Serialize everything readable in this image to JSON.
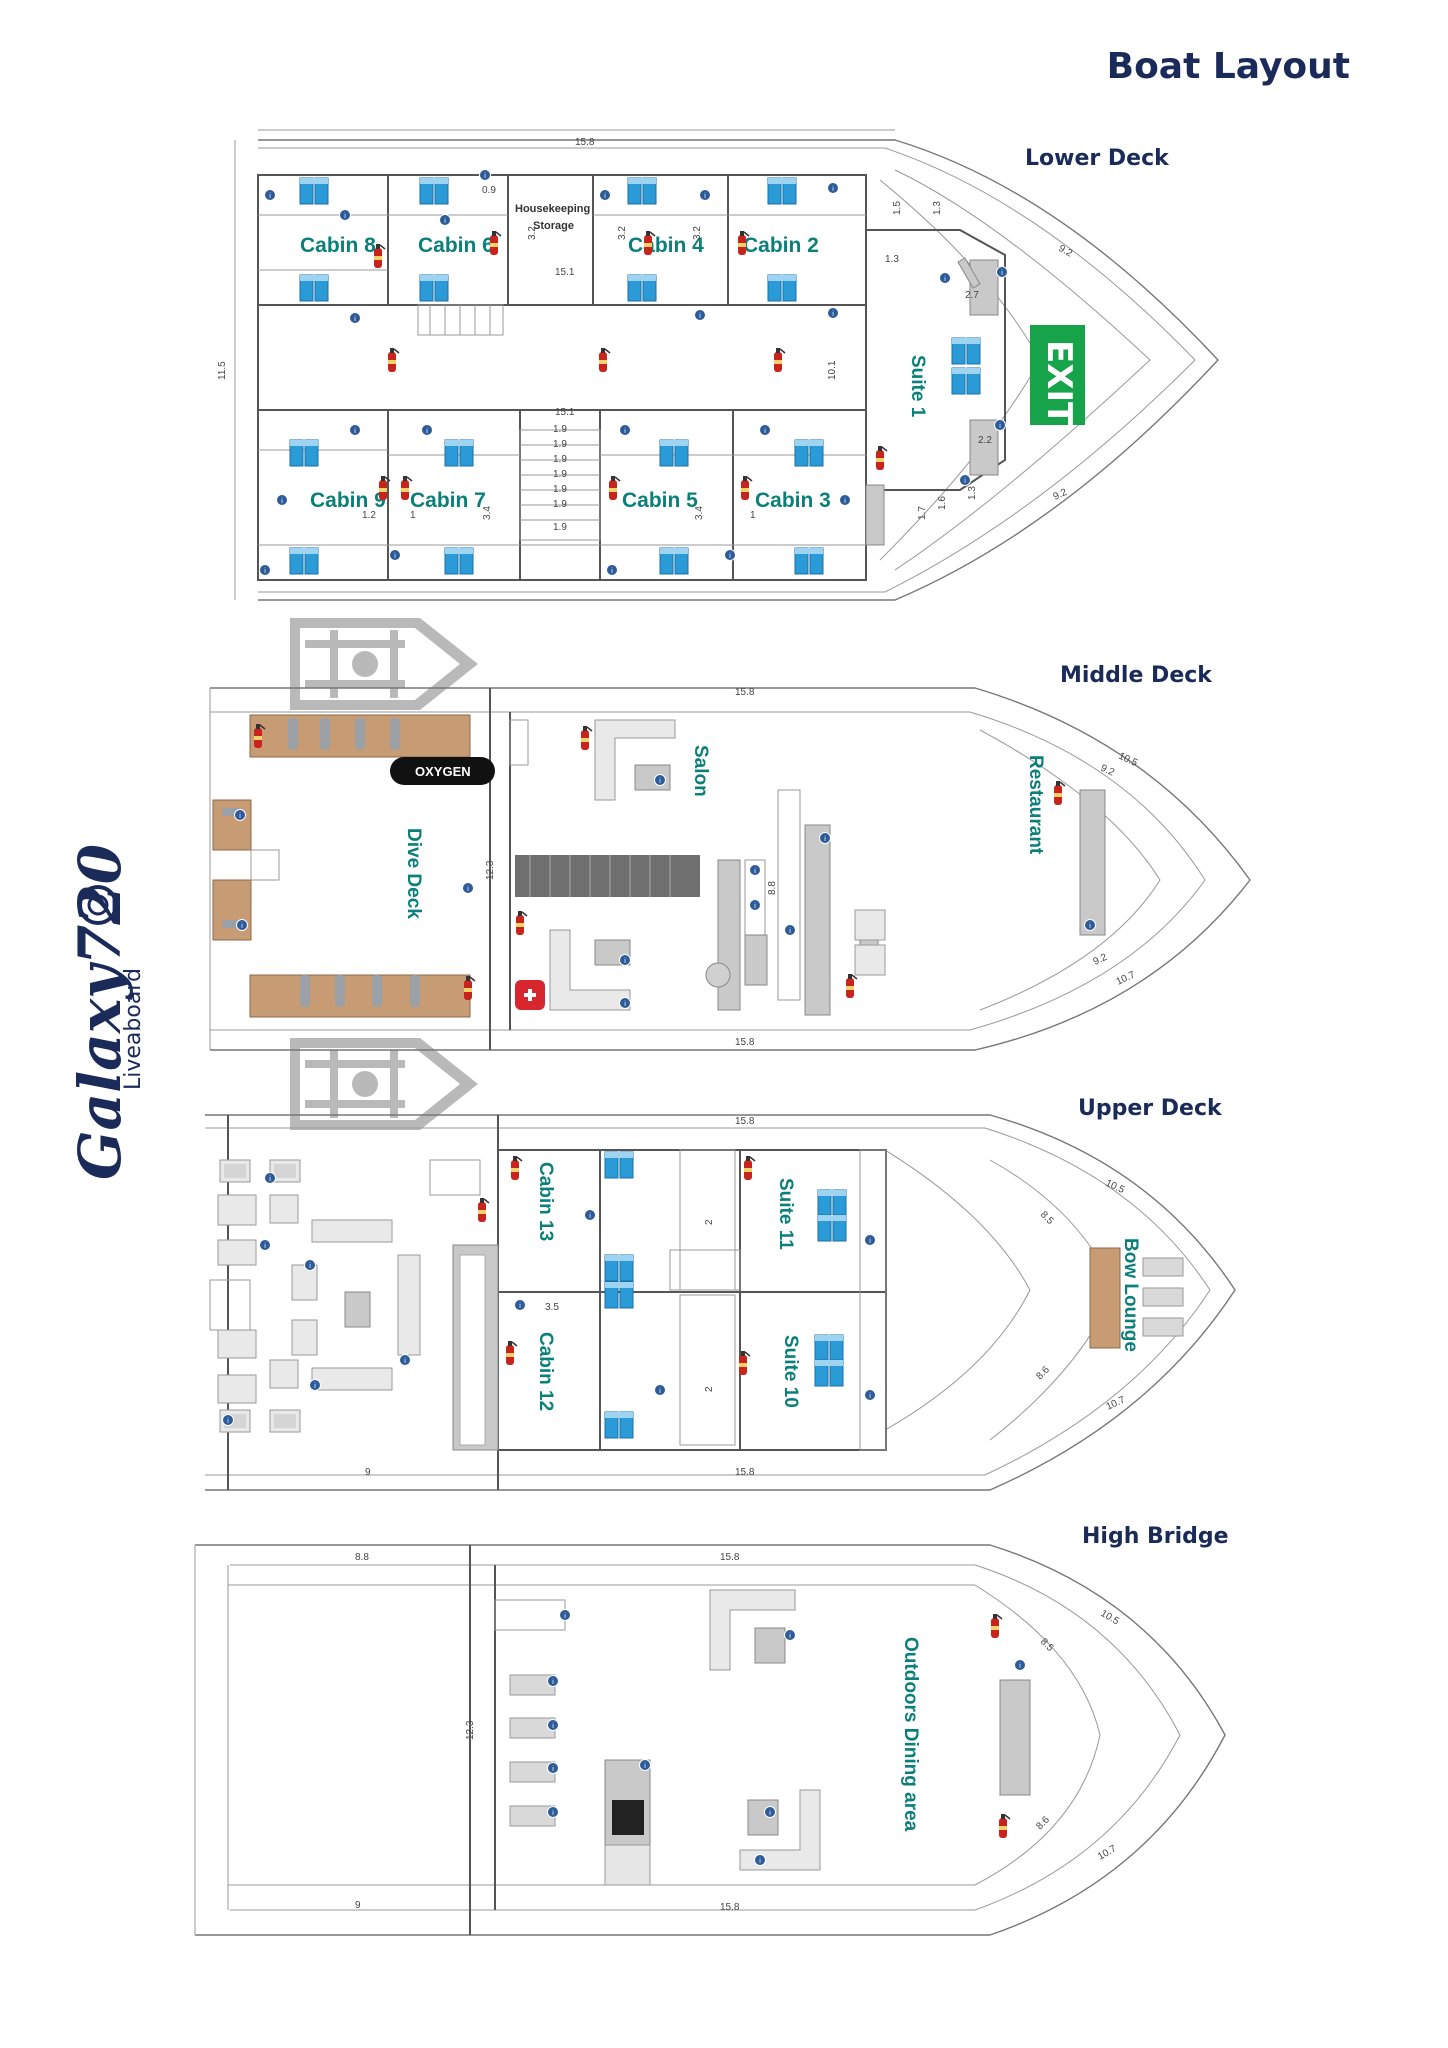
{
  "title": "Boat Layout",
  "logo": {
    "brand": "Galaxy720",
    "sub": "Liveaboard"
  },
  "decks": {
    "lower": {
      "label": "Lower Deck",
      "rooms": [
        "Cabin 8",
        "Cabin 6",
        "Housekeeping",
        "Storage",
        "Cabin 4",
        "Cabin 2",
        "Suite 1",
        "Cabin 9",
        "Cabin 7",
        "Cabin 5",
        "Cabin 3"
      ],
      "exit": "EXIT",
      "dims": [
        "15.8",
        "15.1",
        "15.1",
        "10.1",
        "0.9",
        "3.2",
        "3.2",
        "3.2",
        "1.5",
        "1.3",
        "1.3",
        "2.7",
        "2.2",
        "1.6",
        "1.7",
        "1.3",
        "9.2",
        "9.2",
        "1.9",
        "1.2",
        "3.4",
        "3.4",
        "1",
        "1",
        "11.5"
      ]
    },
    "middle": {
      "label": "Middle  Deck",
      "rooms": [
        "Salon",
        "Dive Deck",
        "Restaurant"
      ],
      "oxygen": "OXYGEN",
      "dims": [
        "15.8",
        "15.8",
        "8.8",
        "9.2",
        "9.2",
        "10.7",
        "10.5",
        "12.3"
      ]
    },
    "upper": {
      "label": "Upper Deck",
      "rooms": [
        "Cabin 13",
        "Suite 11",
        "Cabin 12",
        "Suite 10",
        "Bow Lounge"
      ],
      "dims": [
        "15.8",
        "15.8",
        "9",
        "3.5",
        "2",
        "2",
        "10.5",
        "10.7",
        "8.5",
        "8.6"
      ]
    },
    "bridge": {
      "label": "High Bridge",
      "rooms": [
        "Outdoors Dining area"
      ],
      "dims": [
        "15.8",
        "15.8",
        "8.8",
        "9",
        "10.5",
        "10.7",
        "8.5",
        "8.6",
        "12.3"
      ]
    }
  },
  "colors": {
    "navy": "#1b2b59",
    "teal": "#0b7f7a",
    "exit": "#16a34a",
    "bed": "#2b9bd8",
    "extinguisher": "#c8231d",
    "wood": "#c79b73"
  }
}
